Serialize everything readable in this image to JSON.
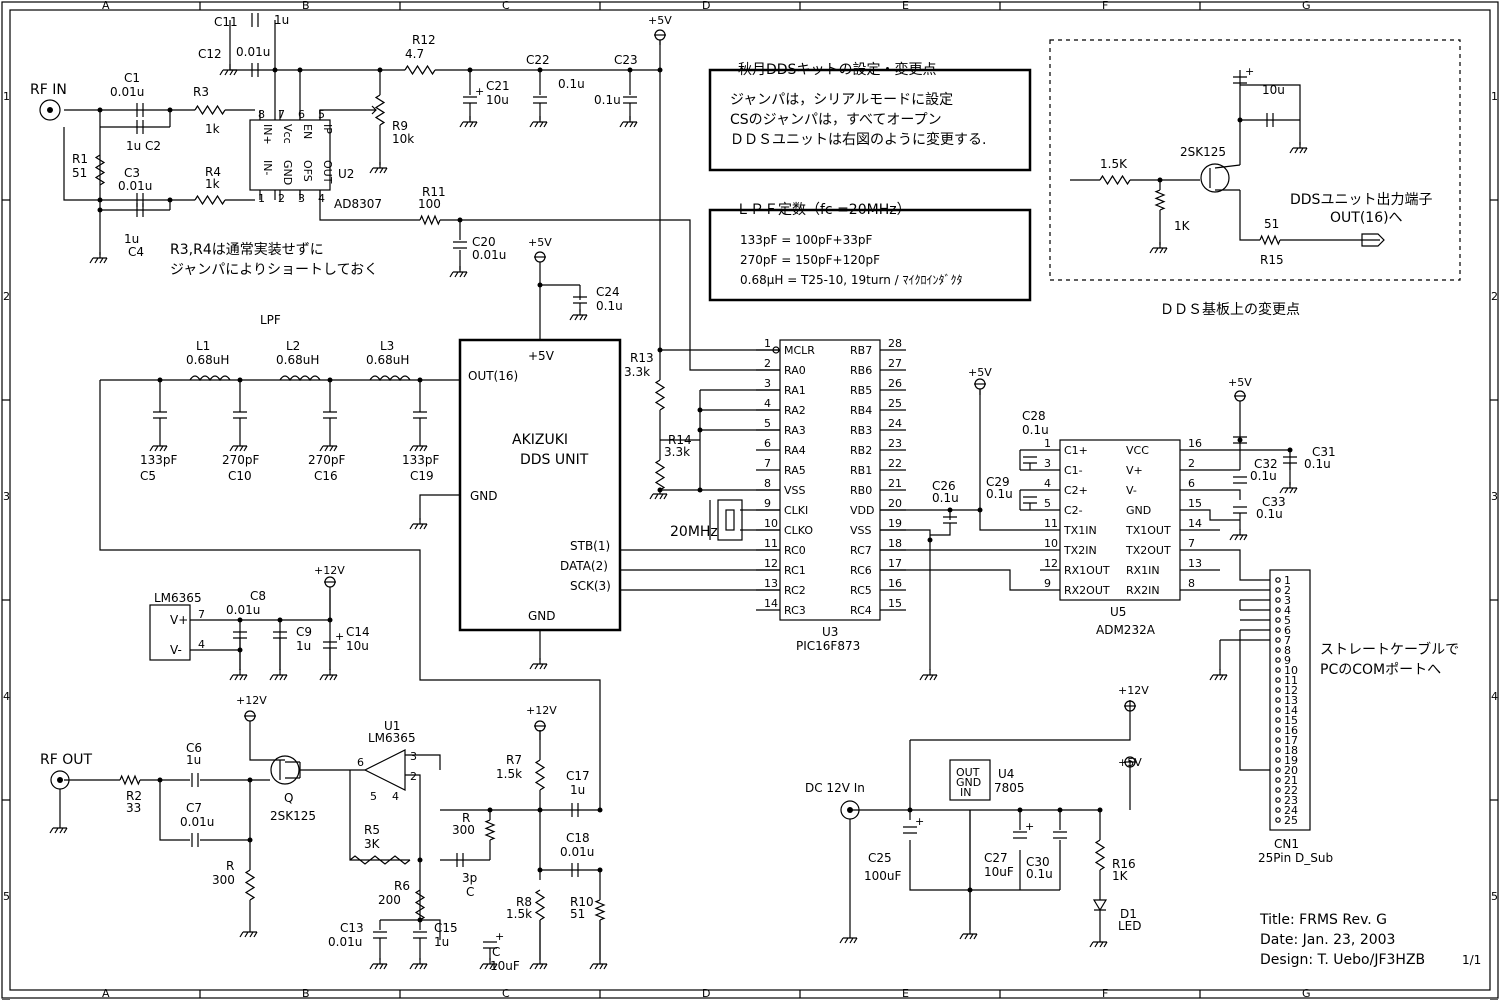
{
  "border": {
    "cols": [
      "A",
      "B",
      "C",
      "D",
      "E",
      "F",
      "G"
    ],
    "rows": [
      "1",
      "2",
      "3",
      "4",
      "5"
    ]
  },
  "title_block": {
    "title": "Title: FRMS   Rev.  G",
    "date": "Date: Jan. 23, 2003",
    "design": "Design: T. Uebo/JF3HZB",
    "sheet": "1/1"
  },
  "notes": {
    "akizuki": {
      "title": "秋月DDSキットの設定・変更点",
      "lines": [
        "ジャンパは，シリアルモードに設定",
        "CSのジャンパは，すべてオープン",
        "ＤＤＳユニットは右図のように変更する."
      ]
    },
    "lpf": {
      "title": "ＬＰＦ定数（fc =20MHz）",
      "lines": [
        "133pF = 100pF+33pF",
        "270pF = 150pF+120pF",
        "0.68μH = T25-10, 19turn / ﾏｲｸﾛｲﾝﾀﾞｸﾀ"
      ]
    },
    "r3r4": [
      "R3,R4は通常実装せずに",
      "ジャンパによりショートしておく"
    ],
    "dds_board": {
      "caption": "ＤＤＳ基板上の変更点",
      "out_label": [
        "DDSユニット出力端子",
        "OUT(16)へ"
      ],
      "labels": {
        "r_in": "1.5K",
        "r_gnd": "1K",
        "fet": "2SK125",
        "r_out": "51",
        "r_out_ref": "R15",
        "cap": "10u"
      }
    },
    "cable": [
      "ストレートケーブルで",
      "PCのCOMポートへ"
    ]
  },
  "ports": {
    "rf_in": "RF IN",
    "rf_out": "RF OUT",
    "dc_in": "DC 12V In",
    "p5v": "+5V",
    "p12v": "+12V",
    "clock": "20MHz"
  },
  "components": {
    "u2": {
      "ref": "U2",
      "part": "AD8307",
      "pins": [
        "IN+",
        "Vcc",
        "EN",
        "IP",
        "IN-",
        "GND",
        "OFS",
        "OUT"
      ],
      "nums": [
        "8",
        "7",
        "6",
        "5",
        "1",
        "2",
        "3",
        "4"
      ]
    },
    "u1": {
      "ref": "U1",
      "part": "LM6365",
      "nums": [
        "3",
        "2",
        "6",
        "5",
        "4"
      ]
    },
    "u_lm": {
      "part": "LM6365",
      "pins": [
        "V+",
        "V-"
      ],
      "nums": [
        "7",
        "4"
      ]
    },
    "dds": {
      "title": [
        "AKIZUKI",
        "DDS UNIT"
      ],
      "vcc": "+5V",
      "gnd": "GND",
      "gnd_left": "GND",
      "out": "OUT(16)",
      "stb": "STB(1)",
      "data": "DATA(2)",
      "sck": "SCK(3)"
    },
    "u3": {
      "ref": "U3",
      "part": "PIC16F873",
      "left": [
        [
          "1",
          "MCLR"
        ],
        [
          "2",
          "RA0"
        ],
        [
          "3",
          "RA1"
        ],
        [
          "4",
          "RA2"
        ],
        [
          "5",
          "RA3"
        ],
        [
          "6",
          "RA4"
        ],
        [
          "7",
          "RA5"
        ],
        [
          "8",
          "VSS"
        ],
        [
          "9",
          "CLKI"
        ],
        [
          "10",
          "CLKO"
        ],
        [
          "11",
          "RC0"
        ],
        [
          "12",
          "RC1"
        ],
        [
          "13",
          "RC2"
        ],
        [
          "14",
          "RC3"
        ]
      ],
      "right": [
        [
          "28",
          "RB7"
        ],
        [
          "27",
          "RB6"
        ],
        [
          "26",
          "RB5"
        ],
        [
          "25",
          "RB4"
        ],
        [
          "24",
          "RB3"
        ],
        [
          "23",
          "RB2"
        ],
        [
          "22",
          "RB1"
        ],
        [
          "21",
          "RB0"
        ],
        [
          "20",
          "VDD"
        ],
        [
          "19",
          "VSS"
        ],
        [
          "18",
          "RC7"
        ],
        [
          "17",
          "RC6"
        ],
        [
          "16",
          "RC5"
        ],
        [
          "15",
          "RC4"
        ]
      ]
    },
    "u5": {
      "ref": "U5",
      "part": "ADM232A",
      "left": [
        [
          "1",
          "C1+"
        ],
        [
          "3",
          "C1-"
        ],
        [
          "4",
          "C2+"
        ],
        [
          "5",
          "C2-"
        ],
        [
          "11",
          "TX1IN"
        ],
        [
          "10",
          "TX2IN"
        ],
        [
          "12",
          "RX1OUT"
        ],
        [
          "9",
          "RX2OUT"
        ]
      ],
      "right": [
        [
          "16",
          "VCC"
        ],
        [
          "2",
          "V+"
        ],
        [
          "6",
          "V-"
        ],
        [
          "15",
          "GND"
        ],
        [
          "14",
          "TX1OUT"
        ],
        [
          "7",
          "TX2OUT"
        ],
        [
          "13",
          "RX1IN"
        ],
        [
          "8",
          "RX2IN"
        ]
      ]
    },
    "u4": {
      "ref": "U4",
      "part": "7805",
      "pins": [
        "OUT",
        "GND",
        "IN"
      ]
    },
    "cn1": {
      "ref": "CN1",
      "part": "25Pin D_Sub",
      "pins": [
        "1",
        "2",
        "3",
        "4",
        "5",
        "6",
        "7",
        "8",
        "9",
        "10",
        "11",
        "12",
        "13",
        "14",
        "15",
        "16",
        "17",
        "18",
        "19",
        "20",
        "21",
        "22",
        "23",
        "24",
        "25"
      ]
    },
    "q": {
      "ref": "Q",
      "part": "2SK125"
    },
    "d1": {
      "ref": "D1",
      "part": "LED"
    },
    "labels": {
      "c1": "C1",
      "c1v": "0.01u",
      "c2": "1u C2",
      "c3": "C3",
      "c3v": "0.01u",
      "c4": "C4",
      "c4v": "1u",
      "r1": "R1",
      "r1v": "51",
      "r3": "R3",
      "r3v": "1k",
      "r4": "R4",
      "r4v": "1k",
      "c11": "C11",
      "c11v": "1u",
      "c12": "C12",
      "c12v": "0.01u",
      "r12": "R12",
      "r12v": "4.7",
      "c21": "C21",
      "c21v": "10u",
      "c22": "C22",
      "c22v": "0.1u",
      "c23": "C23",
      "c23v": "0.1u",
      "r9": "R9",
      "r9v": "10k",
      "r11": "R11",
      "r11v": "100",
      "c20": "C20",
      "c20v": "0.01u",
      "c24": "C24",
      "c24v": "0.1u",
      "lpf": "LPF",
      "l1": "L1",
      "l2": "L2",
      "l3": "L3",
      "lv": "0.68uH",
      "c5": "C5",
      "c10": "C10",
      "c16": "C16",
      "c19": "C19",
      "v133": "133pF",
      "v270": "270pF",
      "r13": "R13",
      "r13v": "3.3k",
      "r14": "R14",
      "r14v": "3.3k",
      "c26": "C26",
      "c26v": "0.1u",
      "c28": "C28",
      "c28v": "0.1u",
      "c29": "C29",
      "c29v": "0.1u",
      "c31": "C31",
      "c31v": "0.1u",
      "c32": "C32",
      "c32v": "0.1u",
      "c33": "C33",
      "c33v": "0.1u",
      "c8": "C8",
      "c8v": "0.01u",
      "c9": "C9",
      "c9v": "1u",
      "c14": "C14",
      "c14v": "10u",
      "r2": "R2",
      "r2v": "33",
      "c6": "C6",
      "c6v": "1u",
      "c7": "C7",
      "c7v": "0.01u",
      "r": "R",
      "rv300": "300",
      "r5": "R5",
      "r5v": "3K",
      "r6": "R6",
      "r6v": "200",
      "r7": "R7",
      "r7v": "1.5k",
      "r8": "R8",
      "r8v": "1.5k",
      "r10": "R10",
      "r10v": "51",
      "c17": "C17",
      "c17v": "1u",
      "c18": "C18",
      "c18v": "0.01u",
      "cv3p": "3p",
      "c": "C",
      "cv10u": "10uF",
      "c13": "C13",
      "c13v": "0.01u",
      "c15": "C15",
      "c15v": "1u",
      "c25": "C25",
      "c25v": "100uF",
      "c27": "C27",
      "c27v": "10uF",
      "c30": "C30",
      "c30v": "0.1u",
      "r16": "R16",
      "r16v": "1K"
    }
  }
}
